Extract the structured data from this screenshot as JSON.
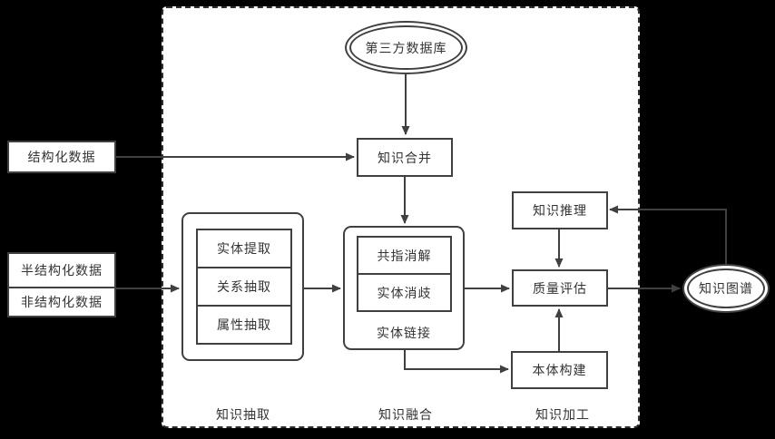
{
  "colors": {
    "background": "#000000",
    "canvas_fill": "#ffffff",
    "line": "#404040",
    "text": "#333333"
  },
  "nodes": {
    "third_party_db": "第三方数据库",
    "structured_data": "结构化数据",
    "semi_structured_data": "半结构化数据",
    "unstructured_data": "非结构化数据",
    "knowledge_merge": "知识合并",
    "entity_extraction": "实体提取",
    "relation_extraction": "关系抽取",
    "attribute_extraction": "属性抽取",
    "coreference_resolution": "共指消解",
    "entity_disambiguation": "实体消歧",
    "entity_linking": "实体链接",
    "knowledge_reasoning": "知识推理",
    "quality_evaluation": "质量评估",
    "ontology_construction": "本体构建",
    "knowledge_graph": "知识图谱"
  },
  "section_labels": {
    "extraction": "知识抽取",
    "fusion": "知识融合",
    "processing": "知识加工"
  }
}
